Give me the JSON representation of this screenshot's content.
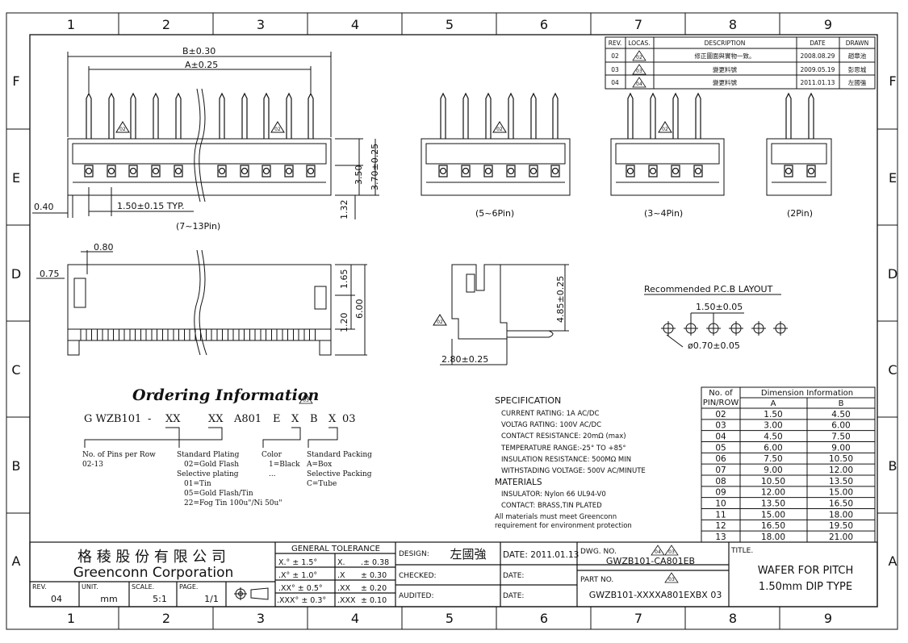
{
  "grid": {
    "cols": [
      "1",
      "2",
      "3",
      "4",
      "5",
      "6",
      "7",
      "8",
      "9"
    ],
    "rows": [
      "F",
      "E",
      "D",
      "C",
      "B",
      "A"
    ]
  },
  "revisions": {
    "headers": [
      "REV.",
      "LOCAS.",
      "DESCRIPTION",
      "DATE",
      "DRAWN"
    ],
    "rows": [
      {
        "rev": "02",
        "loc": "02",
        "desc": "修正圖面與實物一致。",
        "date": "2008.08.29",
        "drawn": "趙章池"
      },
      {
        "rev": "03",
        "loc": "03",
        "desc": "變更料號",
        "date": "2009.05.19",
        "drawn": "彭思城"
      },
      {
        "rev": "04",
        "loc": "04",
        "desc": "變更料號",
        "date": "2011.01.13",
        "drawn": "左國強"
      }
    ]
  },
  "dims": {
    "b": "B±0.30",
    "a": "A±0.25",
    "h1": "3.50",
    "h2": "3.70±0.25",
    "gap": "0.40",
    "pitch": "1.50±0.15 TYP.",
    "h3": "1.32",
    "w080": "0.80",
    "w075": "0.75",
    "h165": "1.65",
    "h120": "1.20",
    "h600": "6.00",
    "h485": "4.85±0.25",
    "w280": "2.80±0.25",
    "pcb_title": "Recommended P.C.B LAYOUT",
    "pcb_pitch": "1.50±0.05",
    "pcb_hole": "ø0.70±0.05"
  },
  "markers": {
    "m02": "02",
    "m03": "03",
    "m04": "04"
  },
  "views": {
    "v1": "(7~13Pin)",
    "v2": "(5~6Pin)",
    "v3": "(3~4Pin)",
    "v4": "(2Pin)"
  },
  "ordering": {
    "title": "Ordering Information",
    "code": [
      "G WZB101",
      "-",
      "XX",
      "XX",
      "A801",
      "E",
      "X",
      "B",
      "X",
      "03"
    ],
    "pins_label": [
      "No. of Pins per Row",
      "02-13"
    ],
    "plating": [
      "Standard Plating",
      "02=Gold Flash",
      "Selective plating",
      "01=Tin",
      "05=Gold Flash/Tin",
      "22=Fog Tin 100u\"/Ni 50u\""
    ],
    "color": [
      "Color",
      "1=Black",
      "..."
    ],
    "packing": [
      "Standard Packing",
      "A=Box",
      "Selective Packing",
      "C=Tube"
    ]
  },
  "spec": {
    "title": "SPECIFICATION",
    "items": [
      "CURRENT RATING: 1A AC/DC",
      "VOLTAG RATING: 100V AC/DC",
      "CONTACT RESISTANCE: 20mΩ (max)",
      "TEMPERATURE RANGE:-25° TO +85°",
      "INSULATION RESISTANCE: 500MΩ  MIN",
      "WITHSTADING VOLTAGE: 500V AC/MINUTE"
    ],
    "materials_title": "MATERIALS",
    "materials": [
      "INSULATOR: Nylon 66 UL94-V0",
      "CONTACT: BRASS,TIN PLATED"
    ],
    "note": [
      "All materials must meet Greenconn",
      "requirement for environment protection"
    ]
  },
  "dim_table": {
    "h_no": "No. of",
    "h_pin": "PIN/ROW",
    "h_dim": "Dimension  Information",
    "h_a": "A",
    "h_b": "B",
    "rows": [
      [
        "02",
        "1.50",
        "4.50"
      ],
      [
        "03",
        "3.00",
        "6.00"
      ],
      [
        "04",
        "4.50",
        "7.50"
      ],
      [
        "05",
        "6.00",
        "9.00"
      ],
      [
        "06",
        "7.50",
        "10.50"
      ],
      [
        "07",
        "9.00",
        "12.00"
      ],
      [
        "08",
        "10.50",
        "13.50"
      ],
      [
        "09",
        "12.00",
        "15.00"
      ],
      [
        "10",
        "13.50",
        "16.50"
      ],
      [
        "11",
        "15.00",
        "18.00"
      ],
      [
        "12",
        "16.50",
        "19.50"
      ],
      [
        "13",
        "18.00",
        "21.00"
      ]
    ]
  },
  "title_block": {
    "company_cn": "格 稜 股 份 有 限 公 司",
    "company_en": "Greenconn Corporation",
    "rev_label": "REV.",
    "rev": "04",
    "unit_label": "UNIT.",
    "unit": "mm",
    "scale_label": "SCALE.",
    "scale": "5:1",
    "page_label": "PAGE.",
    "page": "1/1",
    "tol_title": "GENERAL  TOLERANCE",
    "tol": [
      [
        "X.° ± 1.5°",
        "X.",
        ".±  0.38"
      ],
      [
        ".X° ± 1.0°",
        ".X",
        "±  0.30"
      ],
      [
        ".XX° ± 0.5°",
        ".XX",
        "±  0.20"
      ],
      [
        ".XXX° ± 0.3°",
        ".XXX",
        "±  0.10"
      ]
    ],
    "design_label": "DESIGN:",
    "design": "左國強",
    "checked_label": "CHECKED:",
    "audited_label": "AUDITED:",
    "date1": "DATE: 2011.01.13",
    "date2": "DATE:",
    "date3": "DATE:",
    "dwg_label": "DWG. NO.",
    "dwg_no": "GWZB101-CA801EB",
    "part_label": "PART NO.",
    "part_no": "GWZB101-XXXXA801EXBX 03",
    "title_label": "TITLE.",
    "title1": "WAFER FOR PITCH",
    "title2": "1.50mm DIP TYPE"
  }
}
